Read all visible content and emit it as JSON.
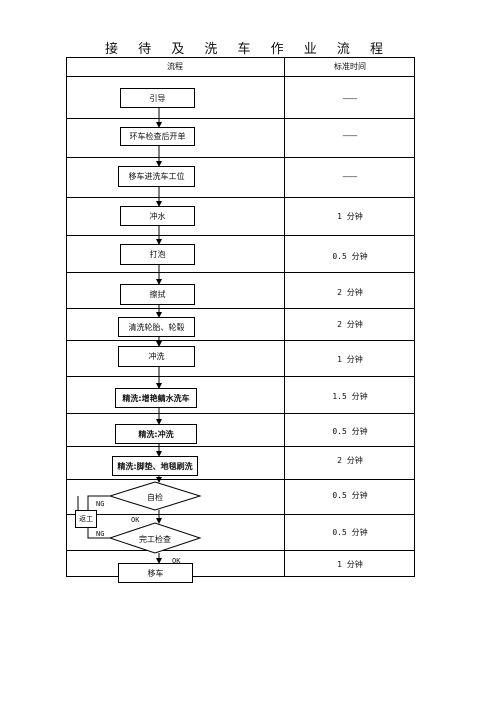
{
  "title": "接 待 及 洗 车 作 业 流 程",
  "headers": {
    "process": "流程",
    "time": "标准时间"
  },
  "steps": [
    {
      "label": "引导",
      "time": "———"
    },
    {
      "label": "环车检查后开单",
      "time": "———"
    },
    {
      "label": "移车进洗车工位",
      "time": "———"
    },
    {
      "label": "冲水",
      "time": "1 分钟"
    },
    {
      "label": "打泡",
      "time": "0.5 分钟"
    },
    {
      "label": "擦拭",
      "time": "2 分钟"
    },
    {
      "label": "清洗轮胎、轮毂",
      "time": "2 分钟"
    },
    {
      "label": "冲洗",
      "time": "1 分钟"
    },
    {
      "label": "精洗:增艳鲭水洗车",
      "time": "1.5 分钟"
    },
    {
      "label": "精洗:冲洗",
      "time": "0.5 分钟"
    },
    {
      "label": "精洗:脚垫、地毯刷洗",
      "time": "2 分钟"
    }
  ],
  "self_check": {
    "label": "自检",
    "time": "0.5 分钟"
  },
  "final_check": {
    "label": "完工检查",
    "time": "0.5 分钟"
  },
  "move_car": {
    "label": "移车",
    "time": "1 分钟"
  },
  "rework": {
    "label": "返工"
  },
  "flow_labels": {
    "ng1": "NG",
    "ng2": "NG",
    "ok1": "OK",
    "ok2": "OK"
  }
}
